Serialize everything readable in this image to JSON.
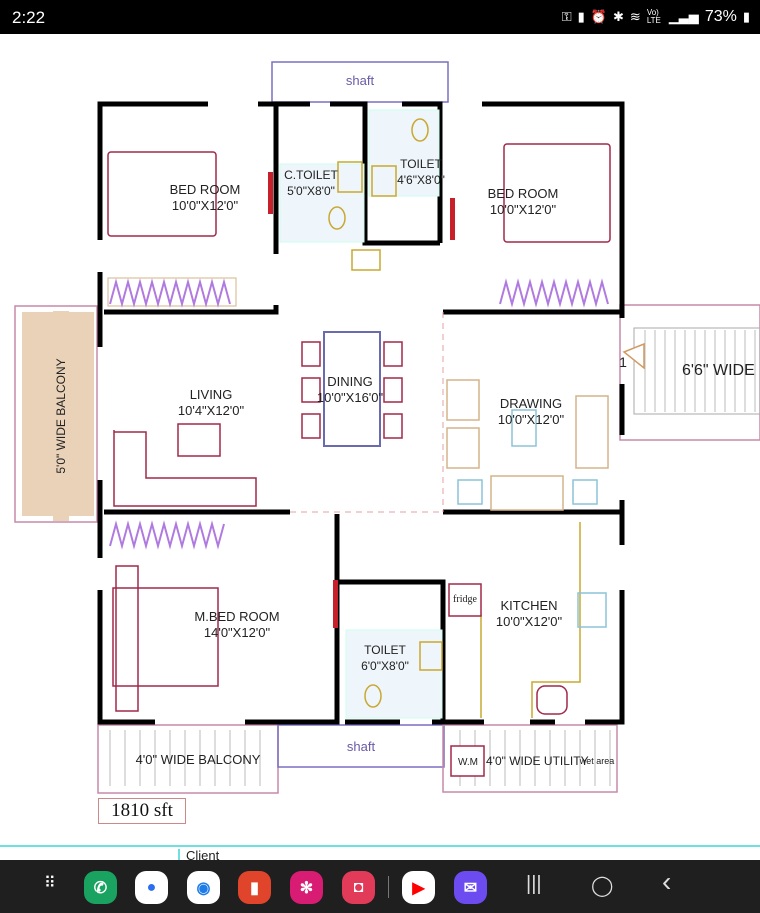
{
  "status_bar": {
    "time": "2:22",
    "battery": "73%",
    "icons": [
      "vpn-key-icon",
      "battery-saver-icon",
      "alarm-icon",
      "bluetooth-icon",
      "wifi-icon",
      "volte-icon",
      "signal-icon",
      "battery-icon"
    ],
    "volte": "Vo) LTE"
  },
  "plan": {
    "shaft_top": "shaft",
    "shaft_bottom": "shaft",
    "rooms": {
      "bed1": {
        "name": "BED ROOM",
        "size": "10'0\"X12'0\""
      },
      "ctoilet": {
        "name": "C.TOILET",
        "size": "5'0\"X8'0\""
      },
      "toilet1": {
        "name": "TOILET",
        "size": "4'6\"X8'0\""
      },
      "bed2": {
        "name": "BED ROOM",
        "size": "10'0\"X12'0\""
      },
      "living": {
        "name": "LIVING",
        "size": "10'4\"X12'0\""
      },
      "dining": {
        "name": "DINING",
        "size": "10'0\"X16'0\""
      },
      "drawing": {
        "name": "DRAWING",
        "size": "10'0\"X12'0\""
      },
      "mbed": {
        "name": "M.BED ROOM",
        "size": "14'0\"X12'0\""
      },
      "toilet2": {
        "name": "TOILET",
        "size": "6'0\"X8'0\""
      },
      "kitchen": {
        "name": "KITCHEN",
        "size": "10'0\"X12'0\""
      }
    },
    "balcony_left": "5'0\" WIDE BALCONY",
    "balcony_right": "6'6\" WIDE",
    "balcony_bottom": "4'0\" WIDE BALCONY",
    "utility": "4'0\" WIDE UTILITY",
    "wm": "W.M",
    "wet_area": "wet area",
    "fridge": "fridge",
    "entrance_mark": "1",
    "area": "1810 sft"
  },
  "client_label": "Client",
  "dock": {
    "apps": [
      {
        "name": "phone",
        "color": "#1aa260",
        "glyph": "✆"
      },
      {
        "name": "messages",
        "color": "#ffffff",
        "glyph": "●"
      },
      {
        "name": "chrome",
        "color": "#ffffff",
        "glyph": "◉"
      },
      {
        "name": "notes",
        "color": "#e0452b",
        "glyph": "▮"
      },
      {
        "name": "gallery",
        "color": "#d81b73",
        "glyph": "✻"
      },
      {
        "name": "camera",
        "color": "#e23b5a",
        "glyph": "◘"
      },
      {
        "name": "youtube",
        "color": "#ffffff",
        "glyph": "▶"
      },
      {
        "name": "email",
        "color": "#6c4cf0",
        "glyph": "✉"
      }
    ],
    "recents": "|||",
    "home": "◯",
    "back": "‹"
  }
}
